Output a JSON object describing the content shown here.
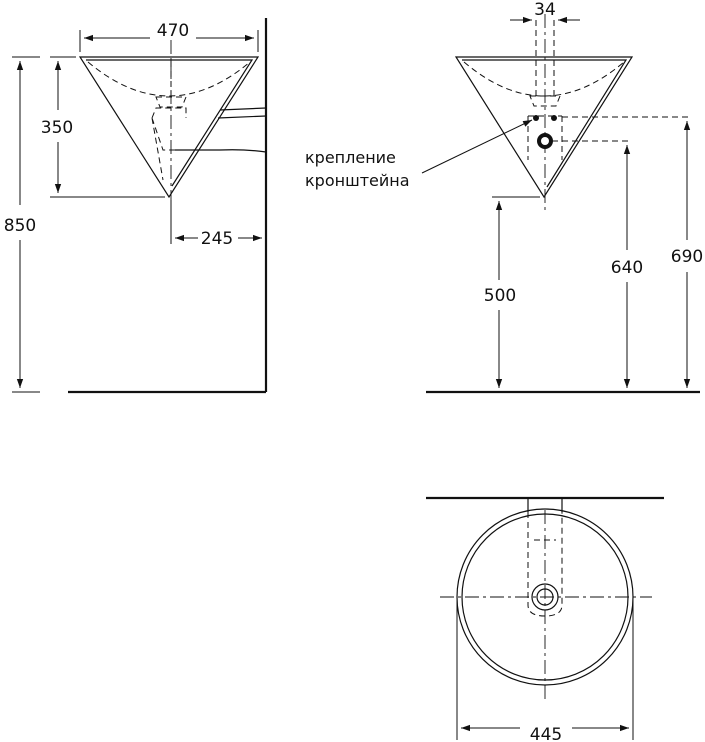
{
  "dimensions": {
    "width_top": "470",
    "bowl_depth": "350",
    "total_height": "850",
    "wall_offset": "245",
    "pipe_width": "34",
    "bracket_height": "690",
    "drain_height": "640",
    "bottom_height": "500",
    "diameter": "445"
  },
  "note": {
    "line1": "крепление",
    "line2": "кронштейна"
  }
}
